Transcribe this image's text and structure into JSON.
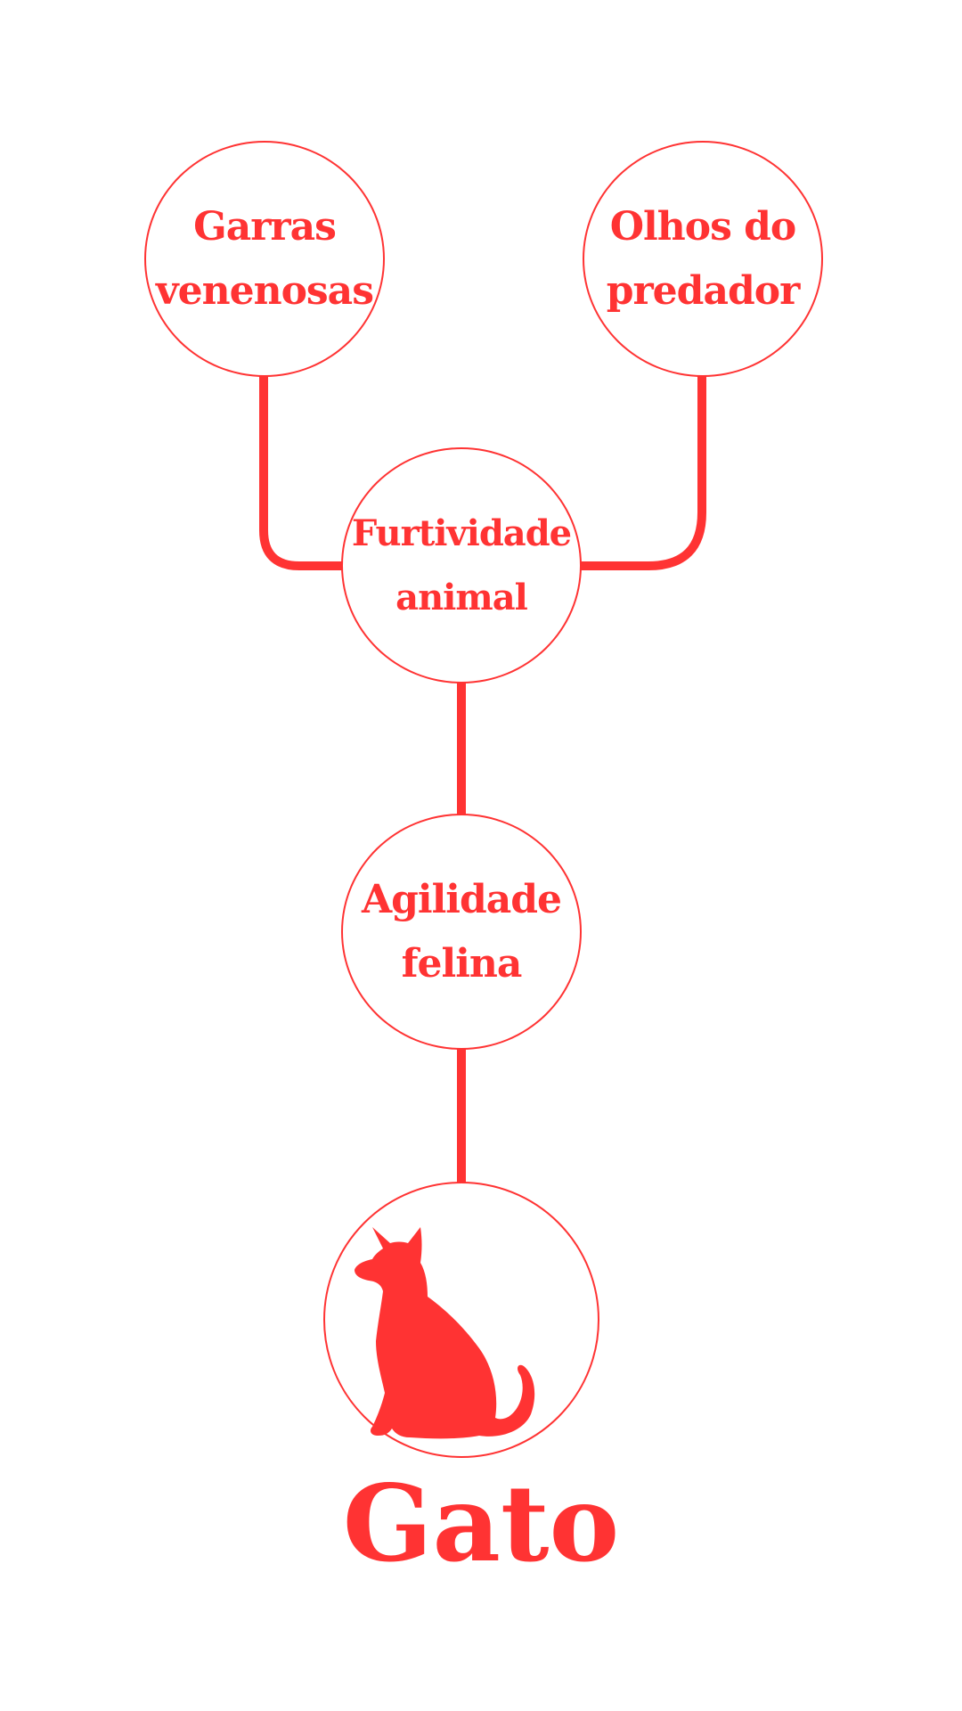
{
  "colors": {
    "accent": "#ff3333",
    "background": "#ffffff"
  },
  "nodes": {
    "top_left": {
      "line1": "Garras",
      "line2": "venenosas"
    },
    "top_right": {
      "line1": "Olhos do",
      "line2": "predador"
    },
    "middle": {
      "line1": "Furtividade",
      "line2": "animal"
    },
    "lower": {
      "line1": "Agilidade",
      "line2": "felina"
    },
    "root": {
      "icon": "cat-silhouette-icon"
    }
  },
  "title": "Gato"
}
